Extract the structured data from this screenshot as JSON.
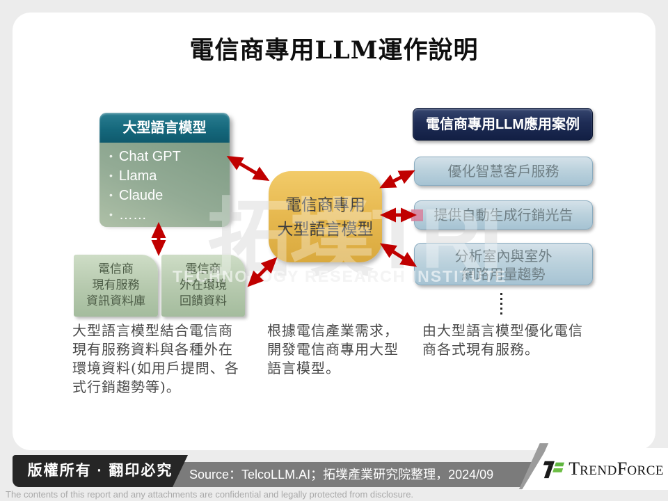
{
  "title": "電信商專用LLM運作說明",
  "diagram": {
    "llm_box": {
      "header": "大型語言模型",
      "items": [
        "Chat GPT",
        "Llama",
        "Claude",
        "……"
      ]
    },
    "center_box": {
      "lines": [
        "電信商專用",
        "大型語言模型"
      ]
    },
    "use_cases": {
      "header": "電信商專用LLM應用案例",
      "cases": [
        [
          "優化智慧客戶服務"
        ],
        [
          "提供自動生成行銷光告"
        ],
        [
          "分析室內與室外",
          "網路用量趨勢"
        ]
      ]
    },
    "data_boxes": [
      {
        "lines": [
          "電信商",
          "現有服務",
          "資訊資料庫"
        ]
      },
      {
        "lines": [
          "電信商",
          "外在環境",
          "回饋資料"
        ]
      }
    ],
    "notes": [
      "大型語言模型結合電信商現有服務資料與各種外在環境資料(如用戶提問、各式行銷趨勢等)。",
      "根據電信產業需求，開發電信商專用大型語言模型。",
      "由大型語言模型優化電信商各式現有服務。"
    ],
    "colors": {
      "arrow": "#C00000",
      "llm_header": "#15687C",
      "llm_body": "#93AB95",
      "center_box": "#E6B84F",
      "case_header": "#1E2C55",
      "case_box": "#BCD2DD",
      "data_box": "#B7CAAF"
    }
  },
  "watermark": {
    "big_text": "拓墣TRI",
    "caps_text": "TECHNOLOGY RESEARCH INSTITUTE"
  },
  "footer": {
    "copyright": "版權所有 · 翻印必究",
    "source": "Source：TelcoLLM.AI；拓墣產業研究院整理，2024/09",
    "brand_parts": [
      "T",
      "REND",
      "F",
      "ORCE"
    ],
    "disclaimer": "The contents of this report and any attachments are confidential and legally protected from disclosure."
  }
}
